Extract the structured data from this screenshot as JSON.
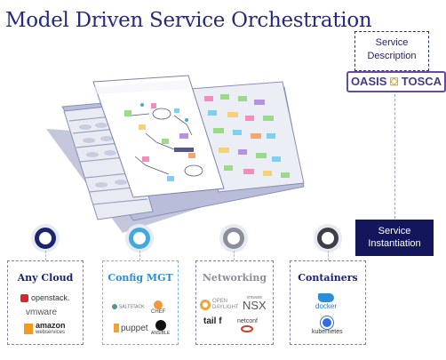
{
  "title": "Model Driven Service Orchestration",
  "service_description": {
    "line1": "Service",
    "line2": "Description"
  },
  "oasis_logo": {
    "left": "OASIS",
    "right": "TOSCA",
    "mark": "⛋"
  },
  "service_instantiation": {
    "line1": "Service",
    "line2": "Instantiation"
  },
  "colors": {
    "navy": "#14165c",
    "any_cloud_ring": "#1c2370",
    "config_ring": "#3fa9e0",
    "networking_ring": "#8b8f9c",
    "containers_ring": "#3d3f47",
    "oasis_purple": "#6a4aa0"
  },
  "categories": [
    {
      "title": "Any Cloud",
      "logos": [
        {
          "icon": "openstack-icon",
          "text": "openstack."
        },
        {
          "icon": "vmware-icon",
          "text": "vmware"
        },
        {
          "icon": "amazon-icon",
          "text": "amazon",
          "sub": "webservices"
        }
      ]
    },
    {
      "title": "Config MGT",
      "logos": [
        {
          "icon": "saltstack-icon",
          "text": "SALTSTACK"
        },
        {
          "icon": "chef-icon",
          "text": "CHEF"
        },
        {
          "icon": "puppet-icon",
          "text": "puppet"
        },
        {
          "icon": "ansible-icon",
          "text": "ANSIBLE"
        }
      ]
    },
    {
      "title": "Networking",
      "logos": [
        {
          "icon": "opendaylight-icon",
          "text": "OPEN",
          "sub": "DAYLIGHT"
        },
        {
          "icon": "nsx-icon",
          "text": "NSX",
          "sub": "vmware"
        },
        {
          "icon": "tailf-icon",
          "text": "tail f"
        },
        {
          "icon": "netconf-icon",
          "text": "netconf"
        }
      ]
    },
    {
      "title": "Containers",
      "logos": [
        {
          "icon": "docker-icon",
          "text": "docker"
        },
        {
          "icon": "kubernetes-icon",
          "text": "kubernetes"
        }
      ]
    }
  ]
}
